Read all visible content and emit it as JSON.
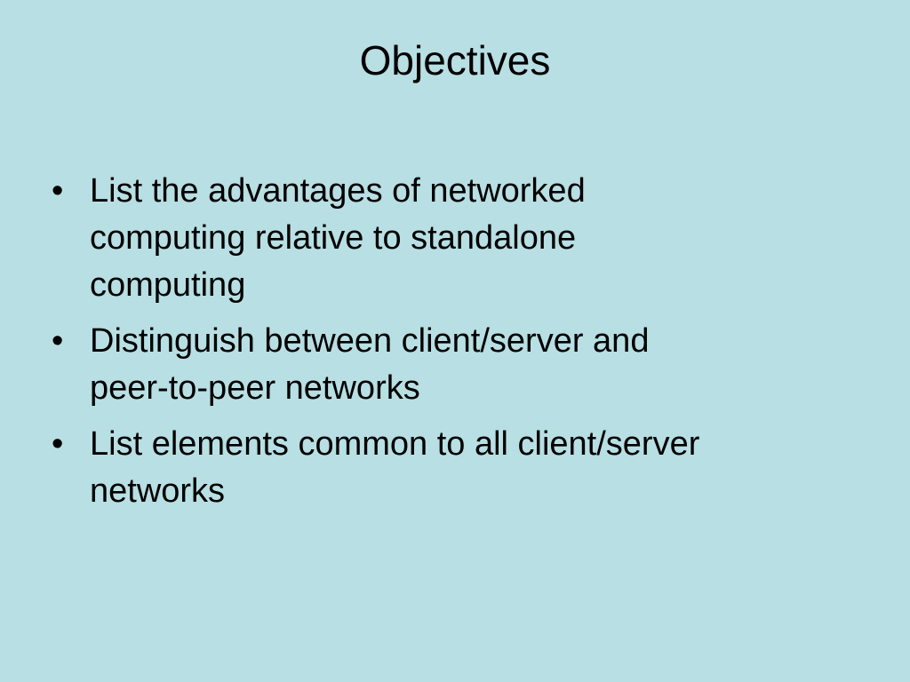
{
  "slide": {
    "background_color": "#b8dfe3",
    "text_color": "#000000",
    "title": "Objectives",
    "bullet_glyph": "•",
    "bullets": [
      {
        "lines": [
          "List the advantages of networked",
          "computing relative to standalone",
          "computing"
        ]
      },
      {
        "lines": [
          "Distinguish between client/server and",
          "peer-to-peer networks"
        ]
      },
      {
        "lines": [
          "List elements common to all client/server",
          "networks"
        ]
      }
    ]
  }
}
